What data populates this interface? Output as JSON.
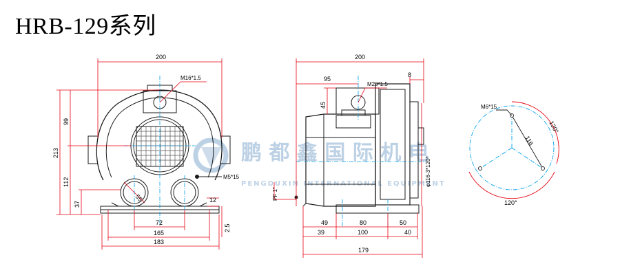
{
  "title": "HRB-129系列",
  "colors": {
    "line": "#1a1a1a",
    "dim_line": "#e60012",
    "center_line": "#00a0e9",
    "watermark": "#b6cde3"
  },
  "watermark": {
    "cn": "鹏 都 鑫 国 际 机 电",
    "en": "PENGDUXIN  INTERNATIONAL  EQUIPMENT"
  },
  "front_view": {
    "width_top": "200",
    "thread_label": "M16*1.5",
    "height_total": "213",
    "height_upper": "99",
    "height_lower": "112",
    "height_base": "37",
    "port_diameter": "55",
    "mount_hole_label": "M5*15",
    "foot_thickness": "12",
    "base_plate": "2.5",
    "hole_spacing": "72",
    "base_width": "165",
    "overall_width": "183"
  },
  "side_view": {
    "width_top": "200",
    "offset_right": "8",
    "offset_left_top": "95",
    "thread_label": "M20*1.5",
    "port_height": "45",
    "bolt_circle_label": "φ116-3*120°",
    "foot_height_label": "PF 1\"",
    "dim_49": "49",
    "dim_80": "80",
    "dim_50": "50",
    "dim_39": "39",
    "dim_100": "100",
    "dim_40": "40",
    "overall_length": "179"
  },
  "flange_view": {
    "hole_label": "M6*15",
    "diameter": "116",
    "angle_top": "120°",
    "angle_bottom": "120°"
  }
}
